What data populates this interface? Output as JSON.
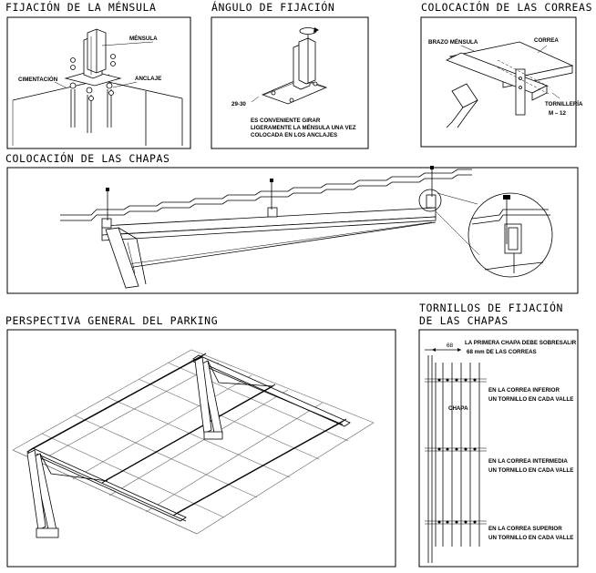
{
  "panels": {
    "mensula": {
      "title": "FIJACIÓN DE LA MÉNSULA",
      "labels": {
        "mensula": "MÉNSULA",
        "cimentacion": "CIMENTACIÓN",
        "anclaje": "ANCLAJE"
      }
    },
    "angulo": {
      "title": "ÁNGULO DE FIJACIÓN",
      "angle": "29-30",
      "note": [
        "ES CONVENIENTE GIRAR",
        "LIGERAMENTE LA MÉNSULA UNA VEZ",
        "COLOCADA EN LOS ANCLAJES"
      ]
    },
    "correas": {
      "title": "COLOCACIÓN DE LAS CORREAS",
      "labels": {
        "brazo": "BRAZO MÉNSULA",
        "correa": "CORREA",
        "tornilleria": "TORNILLERÍA",
        "m12": "M – 12"
      }
    },
    "chapas": {
      "title": "COLOCACIÓN DE LAS CHAPAS"
    },
    "parking": {
      "title": "PERSPECTIVA GENERAL DEL PARKING"
    },
    "tornillos": {
      "title_line1": "TORNILLOS DE FIJACIÓN",
      "title_line2": "DE LAS CHAPAS",
      "dimension": "68",
      "note_top": [
        "LA PRIMERA CHAPA DEBE SOBRESALIR",
        "68 mm DE LAS CORREAS"
      ],
      "chapa": "CHAPA",
      "notes": [
        [
          "EN LA CORREA INFERIOR",
          "UN TORNILLO EN CADA VALLE"
        ],
        [
          "EN LA CORREA INTERMEDIA",
          "UN TORNILLO EN CADA VALLE"
        ],
        [
          "EN LA CORREA SUPERIOR",
          "UN TORNILLO EN CADA VALLE"
        ]
      ]
    }
  },
  "colors": {
    "line": "#000000",
    "background": "#ffffff"
  }
}
